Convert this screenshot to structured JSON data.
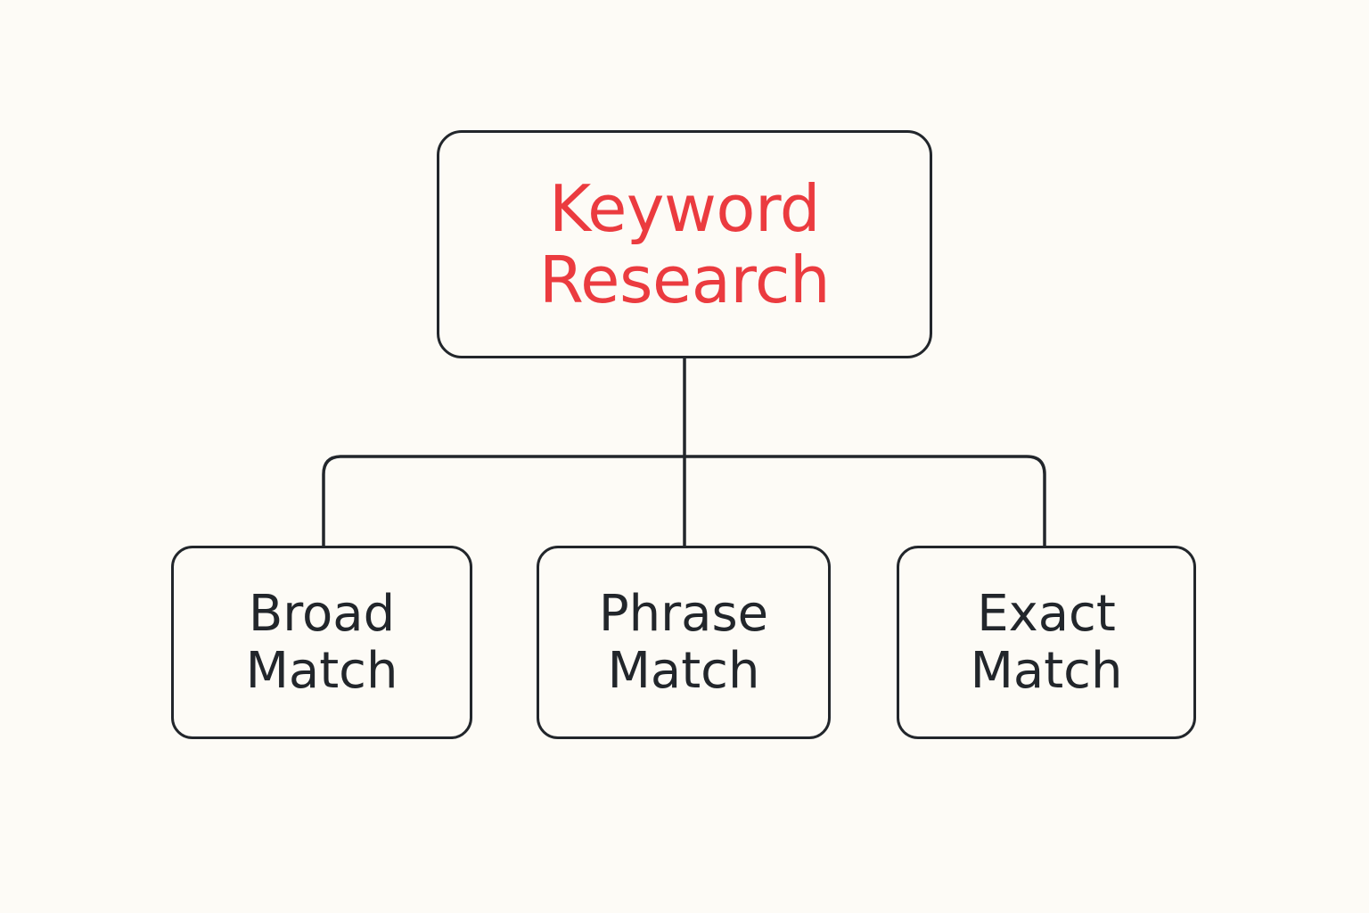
{
  "colors": {
    "background": "#fdfbf6",
    "border": "#22262b",
    "root_text": "#eb3b3f",
    "child_text": "#22262b"
  },
  "root": {
    "lines": [
      "Keyword",
      "Research"
    ]
  },
  "children": [
    {
      "lines": [
        "Broad",
        "Match"
      ]
    },
    {
      "lines": [
        "Phrase",
        "Match"
      ]
    },
    {
      "lines": [
        "Exact",
        "Match"
      ]
    }
  ]
}
